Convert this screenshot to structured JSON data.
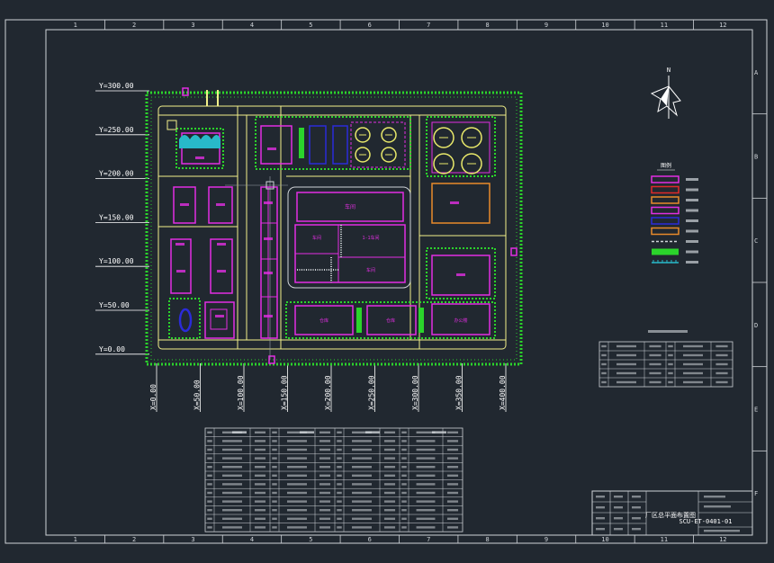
{
  "frame": {
    "column_numbers": [
      "1",
      "2",
      "3",
      "4",
      "5",
      "6",
      "7",
      "8",
      "9",
      "10",
      "11",
      "12"
    ],
    "row_letters": [
      "A",
      "B",
      "C",
      "D",
      "E",
      "F"
    ]
  },
  "coordinates": {
    "y_labels": [
      "Y=300.00",
      "Y=250.00",
      "Y=200.00",
      "Y=150.00",
      "Y=100.00",
      "Y=50.00",
      "Y=0.00"
    ],
    "x_labels": [
      "X=0.00",
      "X=50.00",
      "X=100.00",
      "X=150.00",
      "X=200.00",
      "X=250.00",
      "X=300.00",
      "X=350.00",
      "X=400.00"
    ]
  },
  "north_arrow": {
    "label": "N"
  },
  "buildings": {
    "main_shop": "车间",
    "workshop_1": "1-1车间",
    "zone_a": "车间",
    "zone_b": "车间",
    "warehouse_1": "仓库",
    "warehouse_2": "仓库",
    "office": "办公楼"
  },
  "title_block": {
    "title": "厂区总平面布置图",
    "drawing_no": "SCU-ET-0401-01"
  },
  "colors": {
    "background": "#212830",
    "frame": "#d8d8d8",
    "road": "#f2f08a",
    "building": "#e22ee2",
    "building_alt": "#e02a2a",
    "green_belt": "#2bd42b",
    "tank": "#e9e96a",
    "pool": "#28b9c9",
    "blue_line": "#2b2bd9",
    "orange": "#e98a2a",
    "gray": "#9aa0a8"
  }
}
